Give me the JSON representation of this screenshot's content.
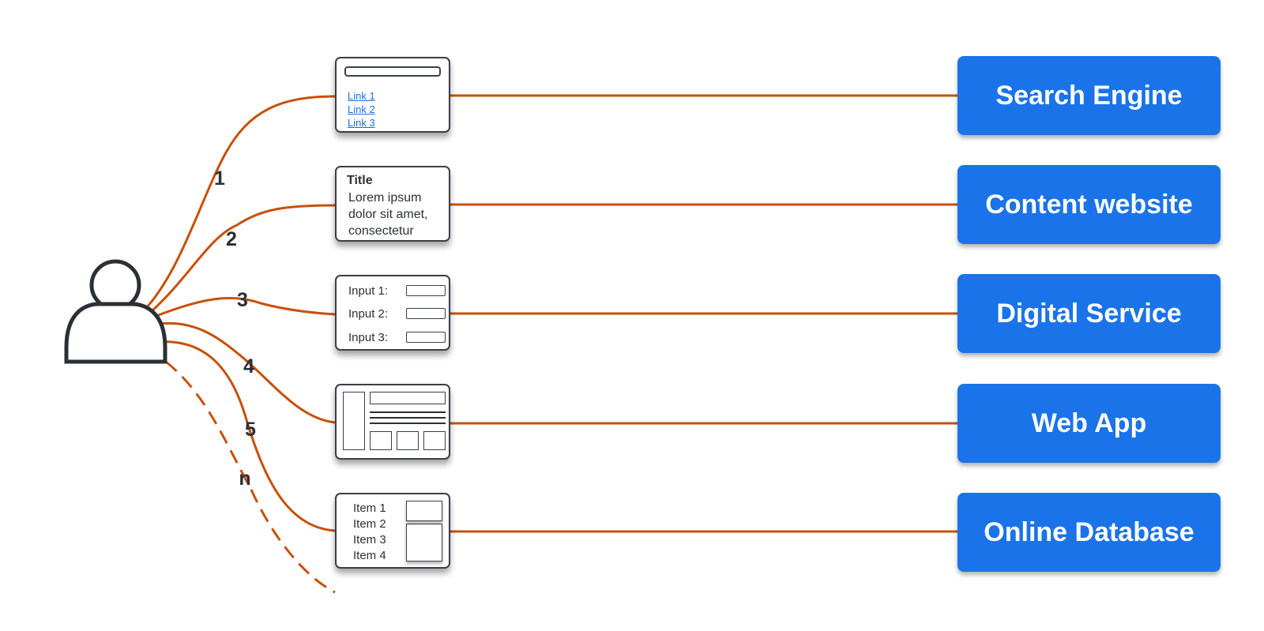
{
  "colors": {
    "connector": "#c8500a",
    "system_fill": "#1a73e8",
    "outline": "#2b2f36"
  },
  "user": {
    "icon": "user-icon"
  },
  "paths": [
    "1",
    "2",
    "3",
    "4",
    "5",
    "n"
  ],
  "search_card": {
    "links": [
      "Link 1",
      "Link 2",
      "Link 3"
    ]
  },
  "content_card": {
    "title": "Title",
    "body": "Lorem ipsum dolor sit amet, consectetur"
  },
  "form_card": {
    "inputs": [
      "Input 1:",
      "Input 2:",
      "Input 3:"
    ]
  },
  "db_card": {
    "items": [
      "Item 1",
      "Item 2",
      "Item 3",
      "Item 4"
    ]
  },
  "systems": [
    "Search Engine",
    "Content website",
    "Digital Service",
    "Web App",
    "Online Database"
  ]
}
